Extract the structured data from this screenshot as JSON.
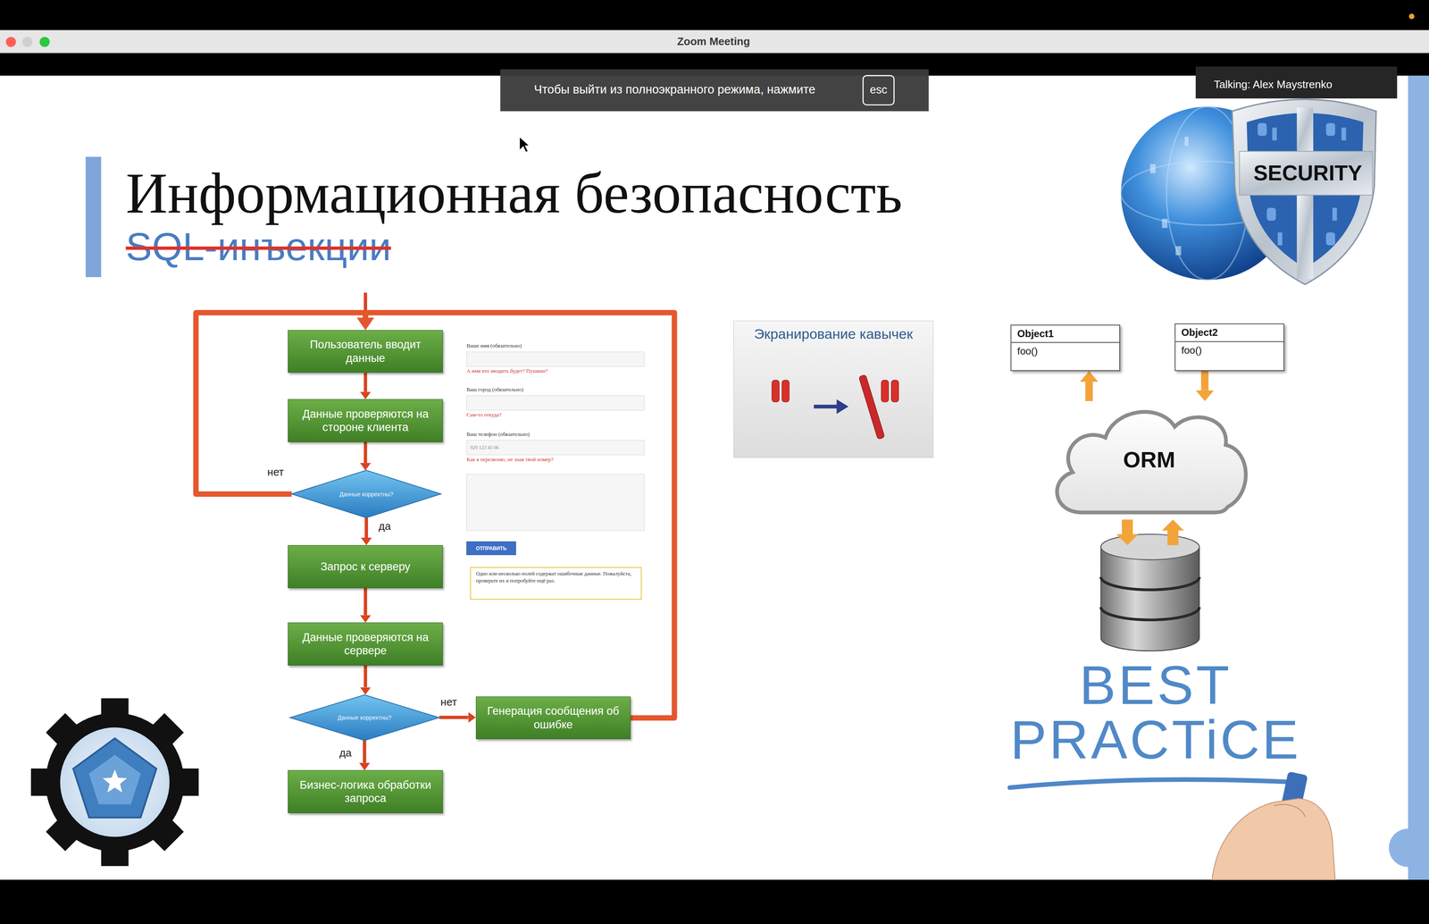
{
  "diagram": {
    "title": "Информационная безопасность",
    "nodes": [
      {
        "text": [
          "Пользователь вводит данные"
        ]
      },
      {
        "text": [
          "Данные проверяются на стороне клиента"
        ]
      },
      {
        "text": [
          "Данные корректны?"
        ]
      },
      {
        "text": [
          "Запрос к серверу"
        ]
      },
      {
        "text": [
          "Данные проверяются на сервере"
        ]
      },
      {
        "text": [
          "Данные корректны?"
        ]
      },
      {
        "text": [
          "Генерация сообщения об ошибке"
        ]
      },
      {
        "text": [
          "Бизнес-логика обработки запроса"
        ]
      },
      {
        "text": [
          "ОТПРАВИТЬ"
        ]
      },
      {
        "text": [
          "Одно или несколько полей содержат ошибочные данные. Пожалуйста, проверьте их и попробуйте ещё раз."
        ]
      },
      {
        "text": [
          "Экранирование кавычек"
        ]
      },
      {
        "text": [
          "Object1",
          "foo()"
        ]
      },
      {
        "text": [
          "Object2",
          "foo()"
        ]
      },
      {
        "text": [
          "ORM"
        ]
      }
    ],
    "edges": [
      {
        "from": 0,
        "to": 1,
        "arrow": "to"
      },
      {
        "from": 1,
        "to": 2,
        "arrow": "to"
      },
      {
        "from": 2,
        "to": 0,
        "label": "нет",
        "arrow": "to"
      },
      {
        "from": 2,
        "to": 3,
        "label": "да",
        "arrow": "to"
      },
      {
        "from": 3,
        "to": 4,
        "arrow": "to"
      },
      {
        "from": 4,
        "to": 5,
        "arrow": "to"
      },
      {
        "from": 5,
        "to": 6,
        "label": "нет",
        "arrow": "to"
      },
      {
        "from": 5,
        "to": 7,
        "label": "да",
        "arrow": "to"
      },
      {
        "from": 6,
        "to": 0,
        "arrow": "to"
      },
      {
        "from": 13,
        "to": 11,
        "arrow": "to"
      },
      {
        "from": 12,
        "to": 13,
        "arrow": "to"
      }
    ],
    "labels": [
      "Zoom Meeting",
      "Чтобы выйти из полноэкранного режима, нажмите",
      "esc",
      "Talking: Alex Maystrenko",
      "SQL-инъекции",
      "SECURITY",
      "Ваше имя (обязательно)",
      "А имя кто вводить будет? Пушкин?",
      "Ваш город (обязательно)",
      "Сам-то откуда?",
      "Ваш телефон (обязательно)",
      "929 123 45 06",
      "Как я перезвоню, не зная твой номер?",
      "BEST PRACTiCE"
    ]
  }
}
